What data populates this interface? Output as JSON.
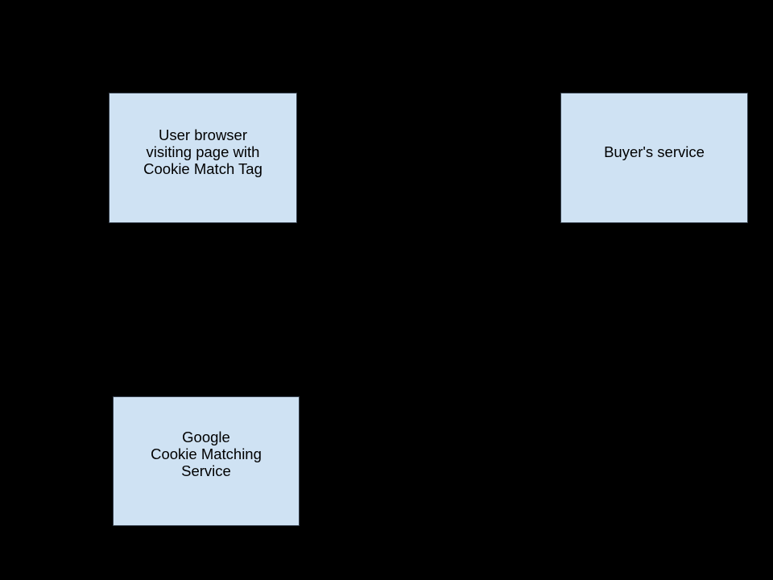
{
  "diagram": {
    "background_color": "#000000",
    "node_fill_color": "#cfe2f3",
    "node_border_color": "#36404d",
    "node_text_color": "#000000",
    "nodes": [
      {
        "id": "user-browser",
        "label": "User browser\nvisiting page with\nCookie Match Tag"
      },
      {
        "id": "buyers-service",
        "label": "Buyer's service"
      },
      {
        "id": "google-cookie-matching-service",
        "label": "Google\nCookie Matching\nService"
      }
    ]
  }
}
